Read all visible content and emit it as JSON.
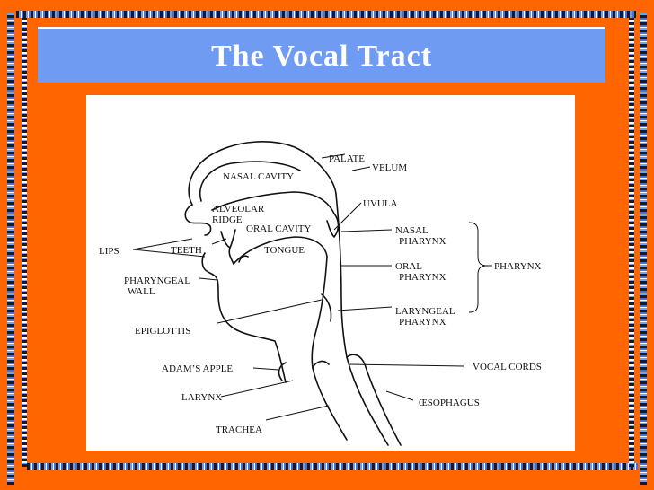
{
  "slide": {
    "title": "The Vocal Tract"
  },
  "diagram": {
    "labels": {
      "palate": "PALATE",
      "velum": "VELUM",
      "nasal_cavity": "NASAL CAVITY",
      "uvula": "UVULA",
      "alveolar": "ALVEOLAR",
      "ridge": "RIDGE",
      "oral_cavity": "ORAL CAVITY",
      "nasal": "NASAL",
      "pharynx_nasal": "PHARYNX",
      "lips": "LIPS",
      "teeth": "TEETH",
      "tongue": "TONGUE",
      "oral": "ORAL",
      "pharynx_oral": "PHARYNX",
      "pharynx": "PHARYNX",
      "pharyngeal": "PHARYNGEAL",
      "wall": "WALL",
      "laryngeal": "LARYNGEAL",
      "pharynx_laryngeal": "PHARYNX",
      "epiglottis": "EPIGLOTTIS",
      "adams_apple": "ADAM’S APPLE",
      "vocal_cords": "VOCAL CORDS",
      "larynx": "LARYNX",
      "oesophagus": "ŒSOPHAGUS",
      "trachea": "TRACHEA"
    }
  }
}
